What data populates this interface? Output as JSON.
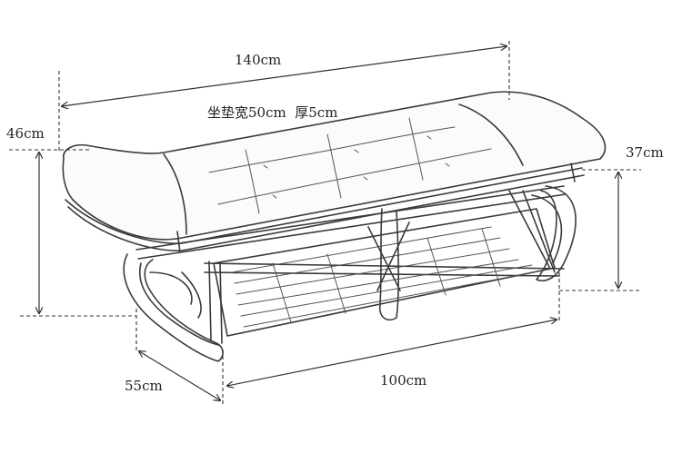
{
  "dimensions": {
    "overall_length": "140cm",
    "cushion_note": "坐垫宽50cm  厚5cm",
    "left_height": "46cm",
    "right_height": "37cm",
    "depth": "55cm",
    "base_length": "100cm"
  },
  "colors": {
    "line": "#333333",
    "background": "#ffffff"
  }
}
